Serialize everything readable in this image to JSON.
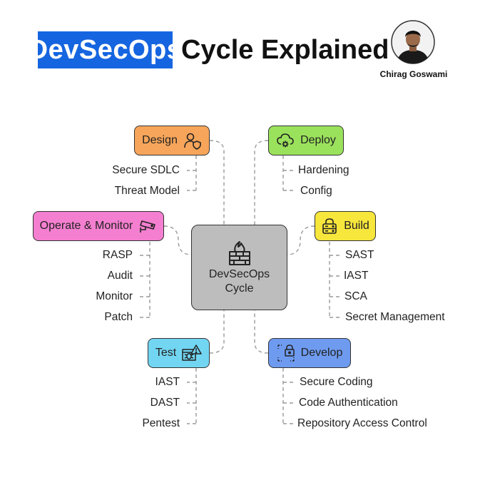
{
  "header": {
    "title_highlight": "DevSecOps",
    "title_rest": "Cycle Explained",
    "author": "Chirag Goswami"
  },
  "colors": {
    "title_bg": "#1565e0",
    "design": "#f7a55a",
    "deploy": "#9be25c",
    "operate": "#f47fd0",
    "build": "#f7e63c",
    "test": "#72d6f2",
    "develop": "#6e9bf0",
    "center": "#bdbdbd"
  },
  "center": {
    "line1": "DevSecOps",
    "line2": "Cycle",
    "icon": "firewall-icon"
  },
  "stages": {
    "design": {
      "label": "Design",
      "icon": "user-shield-icon",
      "items": [
        "Secure SDLC",
        "Threat Model"
      ]
    },
    "deploy": {
      "label": "Deploy",
      "icon": "cloud-gear-icon",
      "items": [
        "Hardening",
        "Config"
      ]
    },
    "operate": {
      "label": "Operate & Monitor",
      "icon": "security-camera-icon",
      "items": [
        "RASP",
        "Audit",
        "Monitor",
        "Patch"
      ]
    },
    "build": {
      "label": "Build",
      "icon": "lock-server-icon",
      "items": [
        "SAST",
        "IAST",
        "SCA",
        "Secret Management"
      ]
    },
    "test": {
      "label": "Test",
      "icon": "bug-warning-icon",
      "items": [
        "IAST",
        "DAST",
        "Pentest"
      ]
    },
    "develop": {
      "label": "Develop",
      "icon": "code-lock-icon",
      "items": [
        "Secure Coding",
        "Code Authentication",
        "Repository Access Control"
      ]
    }
  }
}
